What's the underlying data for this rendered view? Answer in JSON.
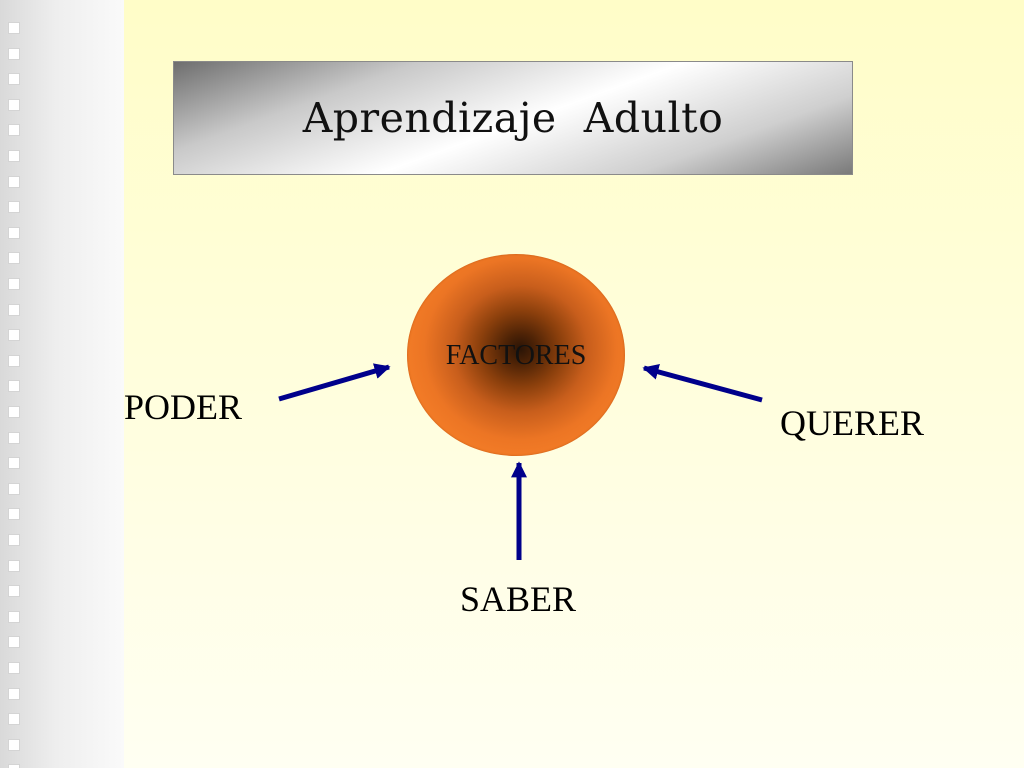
{
  "slide": {
    "title": "Aprendizaje  Adulto"
  },
  "diagram": {
    "center_label": "FACTORES",
    "factors": {
      "poder": "PODER",
      "querer": "QUERER",
      "saber": "SABER"
    }
  },
  "colors": {
    "background": "#fffdc8",
    "circle_orange": "#f78028",
    "circle_center": "#2a1406",
    "arrow": "#00008b"
  }
}
